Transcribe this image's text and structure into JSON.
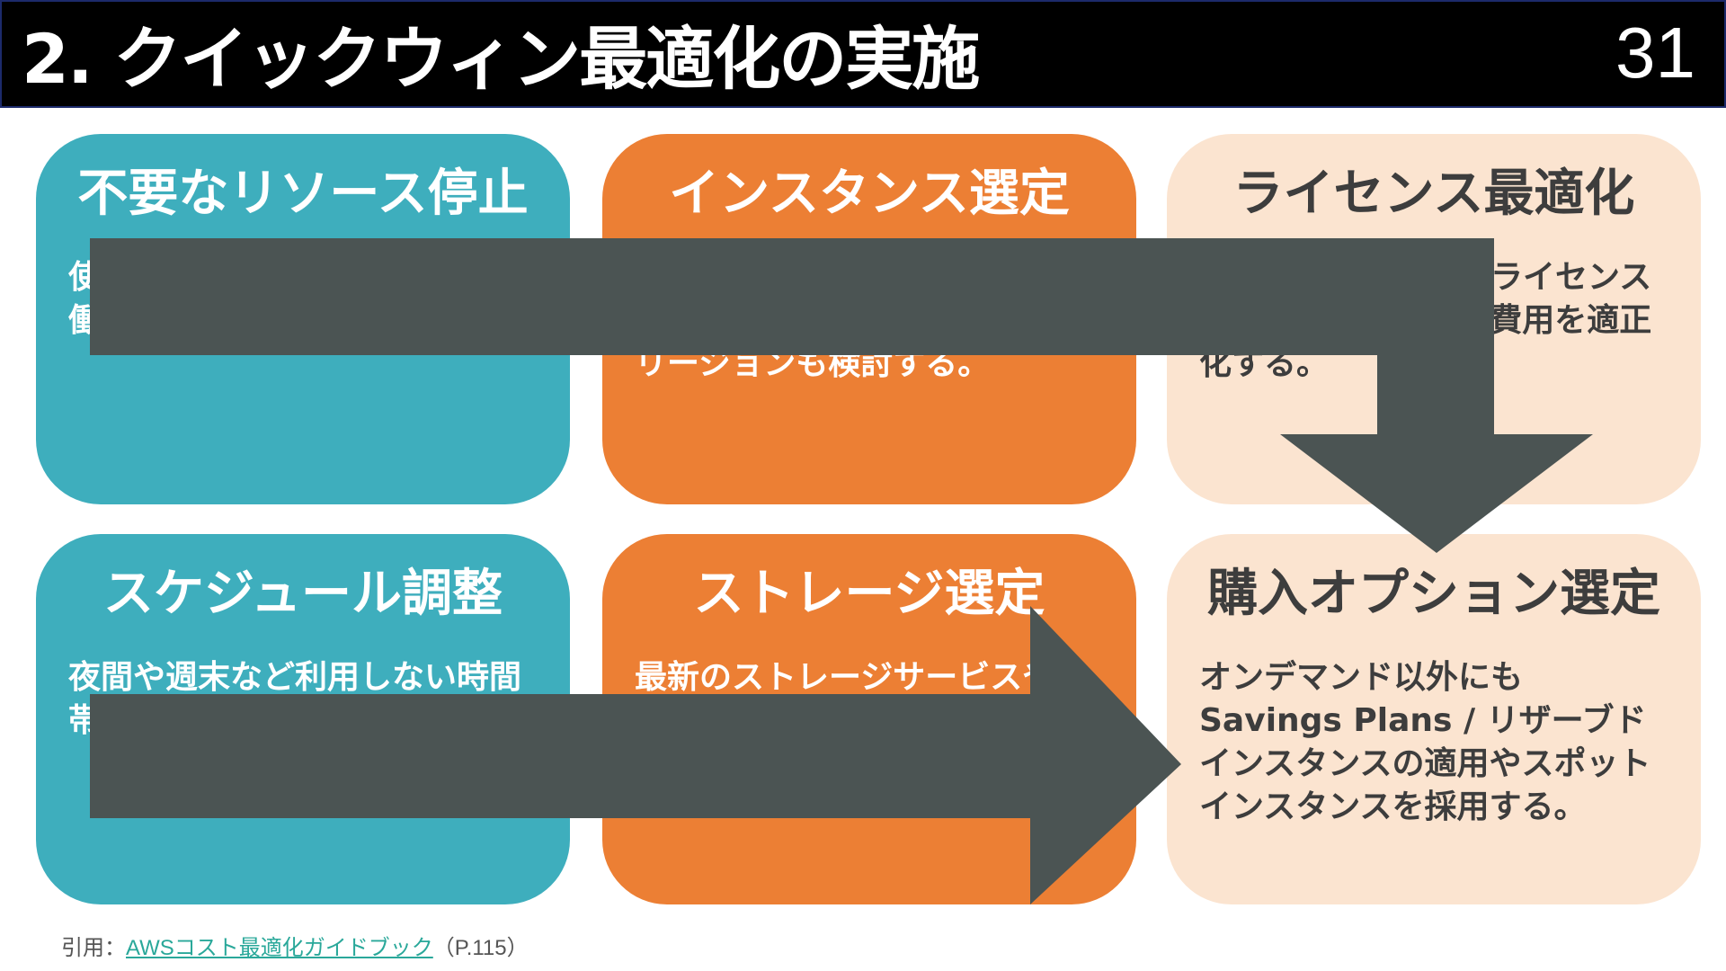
{
  "slide": {
    "title": "2. クイックウィン最適化の実施",
    "page_number": "31"
  },
  "cards": [
    {
      "title": "不要なリソース停止",
      "body": "使用していないリソースや低稼働のリソースを停止する。",
      "color": "#3eaebd"
    },
    {
      "title": "インスタンス選定",
      "body": "最新世代のインスタンスやAMD/Graviton や安価な海外リージョンも検討する。",
      "color": "#ec7f34"
    },
    {
      "title": "ライセンス最適化",
      "body": "商用ソフトウェアのライセンスを見直しライセンス費用を適正化する。",
      "color": "#fbe4d0"
    },
    {
      "title": "スケジュール調整",
      "body": "夜間や週末など利用しない時間帯はインスタンスを停止する。",
      "color": "#3eaebd"
    },
    {
      "title": "ストレージ選定",
      "body": "最新のストレージサービスや安価なストレージを選定する。",
      "color": "#ec7f34"
    },
    {
      "title": "購入オプション選定",
      "body": "オンデマンド以外にも Savings Plans / リザーブドインスタンスの適用やスポットインスタンスを採用する。",
      "color": "#fbe4d0"
    }
  ],
  "arrow_color": "#4b5453",
  "citation": {
    "prefix": "引用：",
    "link_text": "AWSコスト最適化ガイドブック",
    "suffix": "（P.115）",
    "link_color": "#2aa89a"
  }
}
